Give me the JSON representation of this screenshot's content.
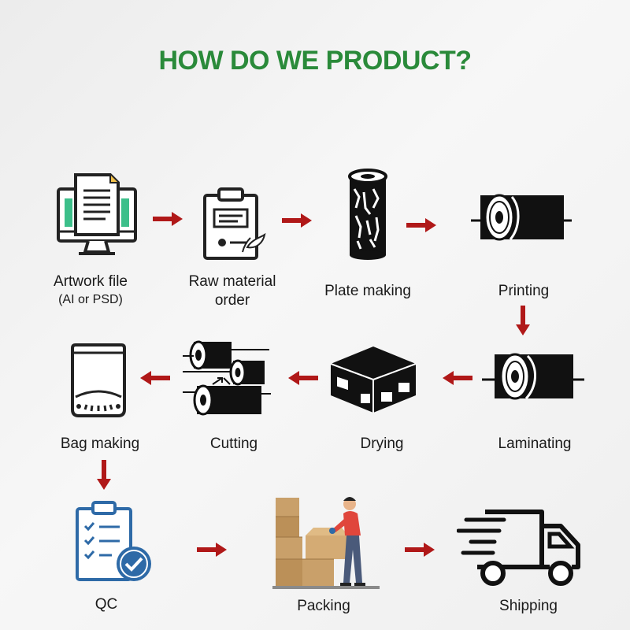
{
  "colors": {
    "title": "#2a8a3a",
    "arrow": "#b01818",
    "qc_blue": "#2e6aa7",
    "accent_green": "#3cbf8a",
    "box": "#c9a06a"
  },
  "title": "HOW DO WE PRODUCT?",
  "steps": [
    {
      "label": "Artwork file",
      "sublabel": "(AI or PSD)",
      "icon": "monitor-document-icon"
    },
    {
      "label": "Raw material",
      "sublabel": "order",
      "icon": "clipboard-order-icon"
    },
    {
      "label": "Plate making",
      "icon": "printing-plate-roll-icon"
    },
    {
      "label": "Printing",
      "icon": "printing-roller-icon"
    },
    {
      "label": "Laminating",
      "icon": "laminating-roller-icon"
    },
    {
      "label": "Drying",
      "icon": "drying-box-icon"
    },
    {
      "label": "Cutting",
      "icon": "cutting-rollers-icon"
    },
    {
      "label": "Bag making",
      "icon": "pouch-bag-icon"
    },
    {
      "label": "QC",
      "icon": "qc-checklist-icon"
    },
    {
      "label": "Packing",
      "icon": "packing-boxes-icon"
    },
    {
      "label": "Shipping",
      "icon": "delivery-truck-icon"
    }
  ]
}
